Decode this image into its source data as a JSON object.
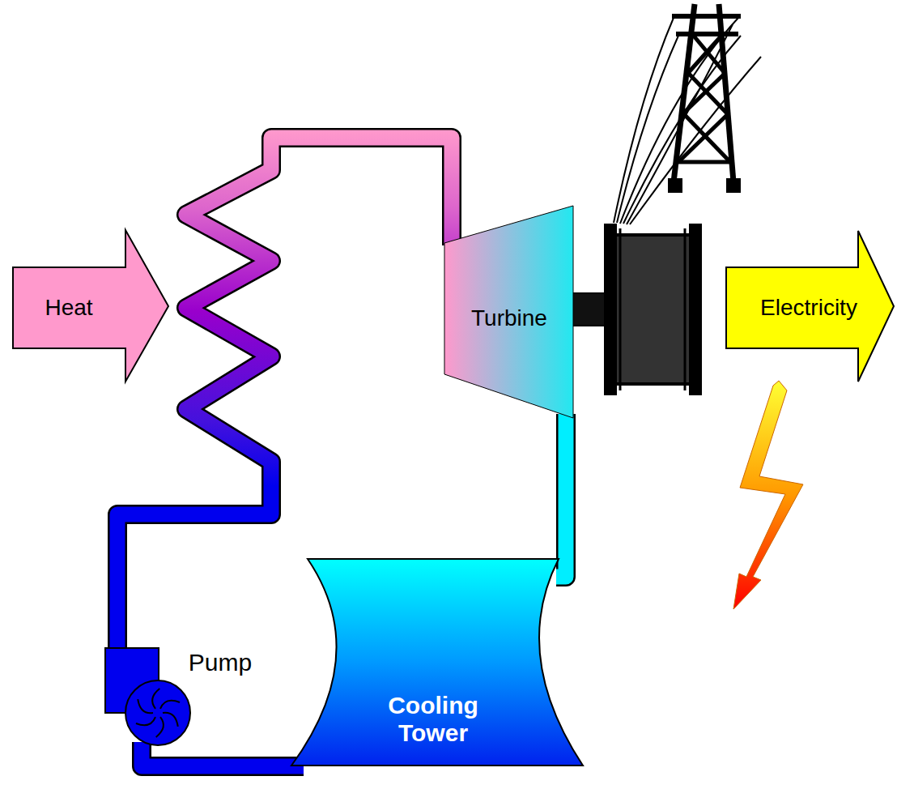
{
  "diagram": {
    "nodes": [
      {
        "text": [
          "Heat"
        ]
      },
      {
        "text": [
          "Turbine"
        ]
      },
      {
        "text": [
          "Electricity"
        ]
      },
      {
        "text": [
          "Pump"
        ]
      },
      {
        "text": [
          "Cooling Tower"
        ]
      }
    ],
    "edges": [
      {
        "from": 1,
        "to": 4,
        "arrow": "none"
      },
      {
        "from": 4,
        "to": 3,
        "arrow": "none"
      },
      {
        "from": 3,
        "to": 1,
        "arrow": "none"
      }
    ]
  }
}
